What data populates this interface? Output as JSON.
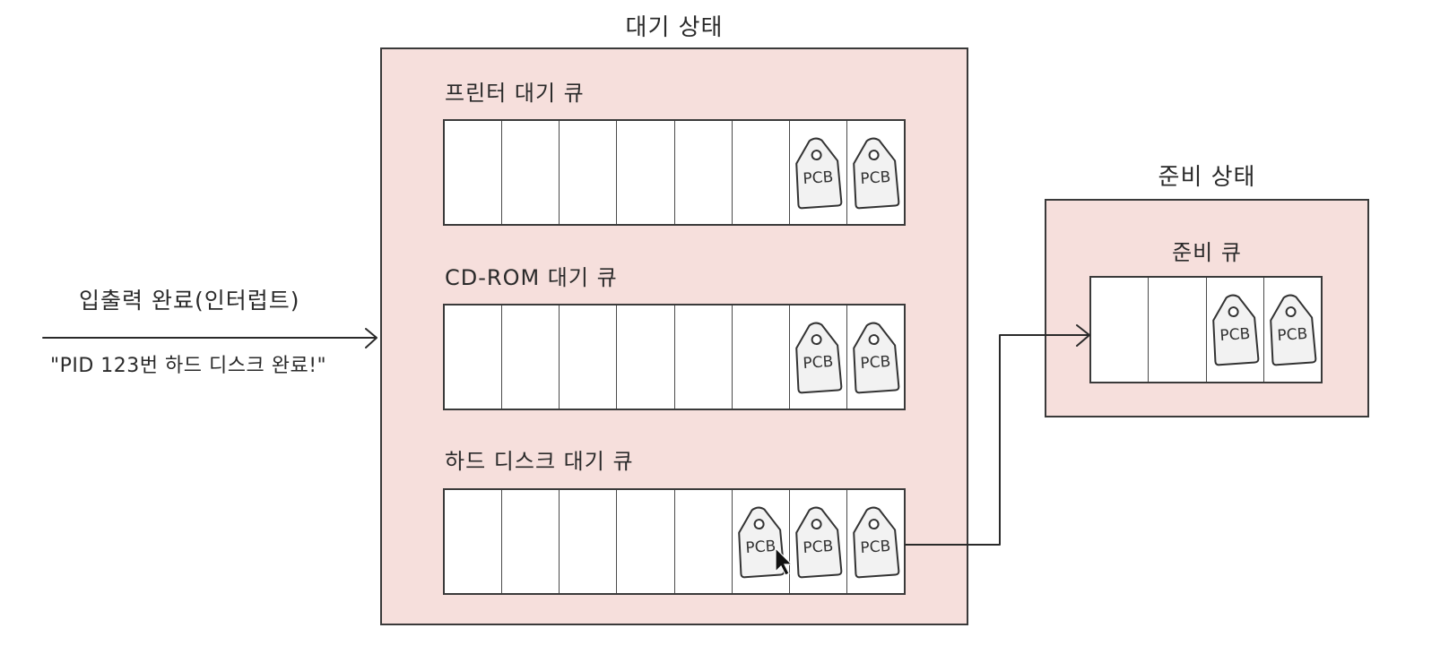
{
  "event": {
    "title": "입출력 완료(인터럽트)",
    "message": "\"PID 123번 하드 디스크 완료!\""
  },
  "waiting_state": {
    "title": "대기 상태",
    "queues": [
      {
        "label": "프린터 대기 큐",
        "slots": 8,
        "pcb_count": 2
      },
      {
        "label": "CD-ROM 대기 큐",
        "slots": 8,
        "pcb_count": 2
      },
      {
        "label": "하드 디스크 대기 큐",
        "slots": 8,
        "pcb_count": 3
      }
    ]
  },
  "ready_state": {
    "title": "준비 상태",
    "queue": {
      "label": "준비 큐",
      "slots": 4,
      "pcb_count": 2
    }
  },
  "pcb_label": "PCB",
  "colors": {
    "state_fill": "#f6dfdc",
    "outline": "#3a3a3a",
    "pcb_fill": "#f2f2f2"
  }
}
